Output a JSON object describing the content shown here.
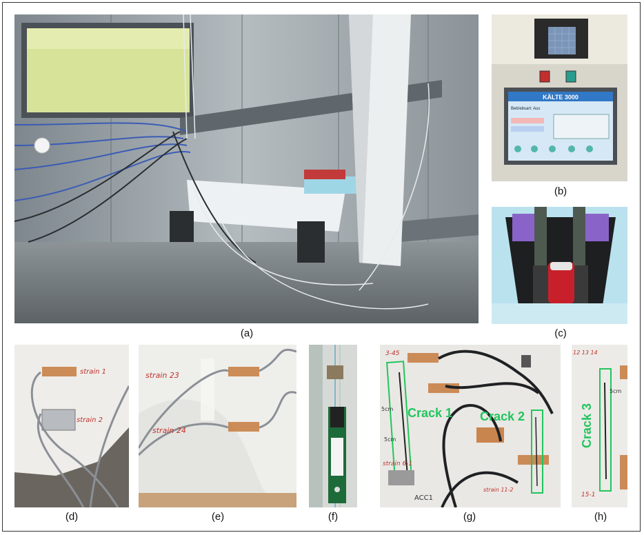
{
  "captions": [
    "(a)",
    "(b)",
    "(c)",
    "(d)",
    "(e)",
    "(f)",
    "(g)",
    "(h)"
  ],
  "panel_a": {},
  "panel_b": {
    "brand": "KÄLTE 3000",
    "status_label": "Betriebsart: Aus"
  },
  "panel_d": {
    "labels": [
      "strain 1",
      "strain 2"
    ]
  },
  "panel_e": {
    "labels": [
      "strain 23",
      "strain 24"
    ]
  },
  "panel_g": {
    "crack_labels": [
      "Crack 1",
      "Crack 2"
    ],
    "handwritten": [
      "3-45",
      "strain 6-1",
      "ACC1",
      "5cm",
      "5cm",
      "strain 11-2"
    ]
  },
  "panel_h": {
    "crack_label": "Crack 3",
    "handwritten": [
      "12 13 14",
      "5cm",
      "15-1"
    ]
  },
  "colors": {
    "crack_box": "#22c55e",
    "marker_text": "#c0322b",
    "lab_wall": "#9aa3a8",
    "cable_blue": "#3b5bb5"
  }
}
